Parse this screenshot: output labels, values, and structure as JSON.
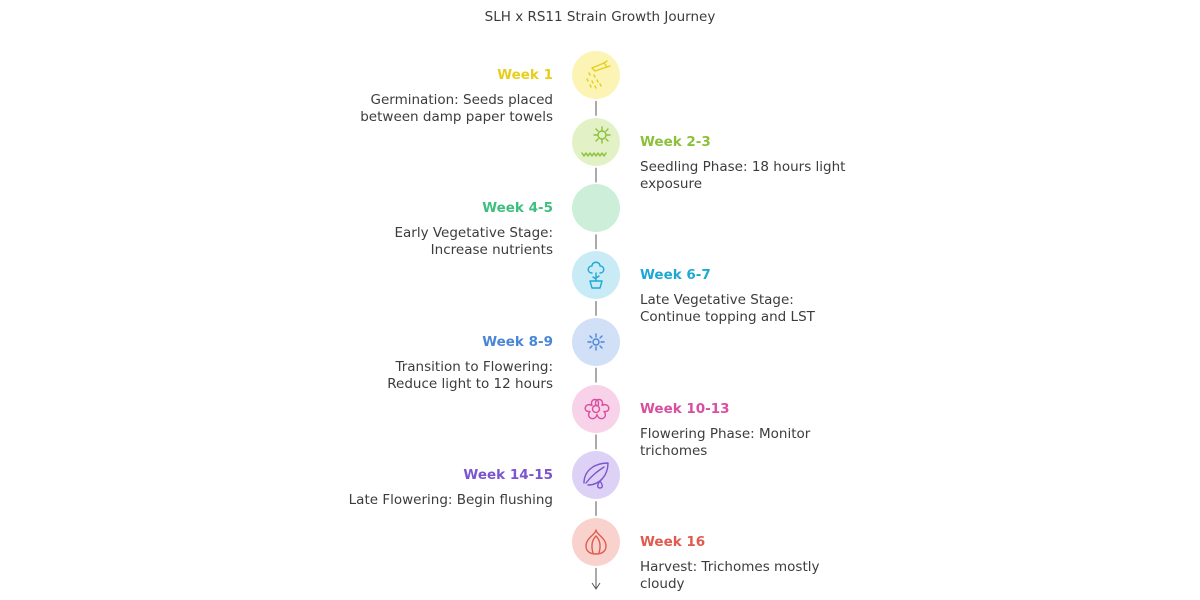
{
  "title": "SLH x RS11 Strain Growth Journey",
  "stages": [
    {
      "week": "Week 1",
      "lines": [
        "Germination: Seeds placed",
        "between damp paper towels"
      ],
      "side": "left",
      "color": "#e6cf1b",
      "bg": "#fbf4b5",
      "icon": "seed-sprinkle-icon"
    },
    {
      "week": "Week 2-3",
      "lines": [
        "Seedling Phase: 18 hours light",
        "exposure"
      ],
      "side": "right",
      "color": "#8cc03a",
      "bg": "#e3f1c6",
      "icon": "sun-grass-icon"
    },
    {
      "week": "Week 4-5",
      "lines": [
        "Early Vegetative Stage:",
        "Increase nutrients"
      ],
      "side": "left",
      "color": "#3fbf7f",
      "bg": "#cdefd9",
      "icon": "worm-icon"
    },
    {
      "week": "Week 6-7",
      "lines": [
        "Late Vegetative Stage:",
        "Continue topping and LST"
      ],
      "side": "right",
      "color": "#1ea8d6",
      "bg": "#c8ebf6",
      "icon": "potted-plant-icon"
    },
    {
      "week": "Week 8-9",
      "lines": [
        "Transition to Flowering:",
        "Reduce light to 12 hours"
      ],
      "side": "left",
      "color": "#4a86d8",
      "bg": "#d2e0f7",
      "icon": "small-sun-icon"
    },
    {
      "week": "Week 10-13",
      "lines": [
        "Flowering Phase: Monitor",
        "trichomes"
      ],
      "side": "right",
      "color": "#d94fa0",
      "bg": "#f8d2e8",
      "icon": "flower-icon"
    },
    {
      "week": "Week 14-15",
      "lines": [
        "Late Flowering: Begin flushing"
      ],
      "side": "left",
      "color": "#7a55cf",
      "bg": "#ddd2f5",
      "icon": "leaf-drop-icon"
    },
    {
      "week": "Week 16",
      "lines": [
        "Harvest: Trichomes mostly",
        "cloudy"
      ],
      "side": "right",
      "color": "#e05a4f",
      "bg": "#f9d2cd",
      "icon": "garlic-bulb-icon"
    }
  ]
}
